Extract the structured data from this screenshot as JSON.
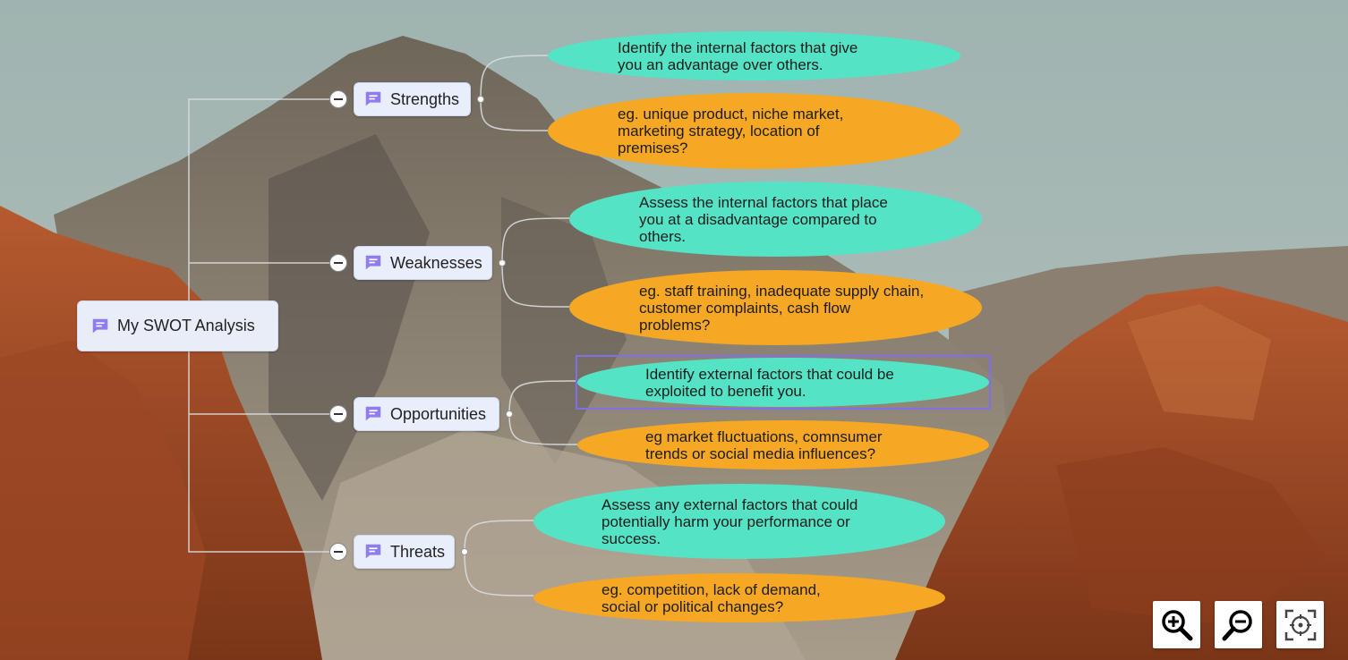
{
  "root": {
    "label": "My SWOT Analysis"
  },
  "branches": [
    {
      "label": "Strengths",
      "notes": [
        "Identify the internal factors that give you an advantage over others.",
        "eg. unique product, niche market, marketing strategy, location of premises?"
      ]
    },
    {
      "label": "Weaknesses",
      "notes": [
        "Assess the internal factors that place you at a disadvantage compared to others.",
        "eg. staff training, inadequate supply chain, customer complaints, cash flow problems?"
      ]
    },
    {
      "label": "Opportunities",
      "notes": [
        "Identify external factors that could be exploited to benefit you.",
        "eg market fluctuations, comnsumer trends or social media influences?"
      ]
    },
    {
      "label": "Threats",
      "notes": [
        "Assess any external factors that could potentially harm your performance or success.",
        "eg. competition, lack of demand, social or political changes?"
      ]
    }
  ],
  "icons": {
    "node": "message-icon",
    "collapse": "minus-circle-icon",
    "zoom_in": "zoom-in-icon",
    "zoom_out": "zoom-out-icon",
    "fit": "fit-screen-icon"
  },
  "colors": {
    "note_green": "#55e3c6",
    "note_orange": "#f6a723",
    "selection": "#7f6fe8",
    "node_icon": "#8f7cf0"
  }
}
